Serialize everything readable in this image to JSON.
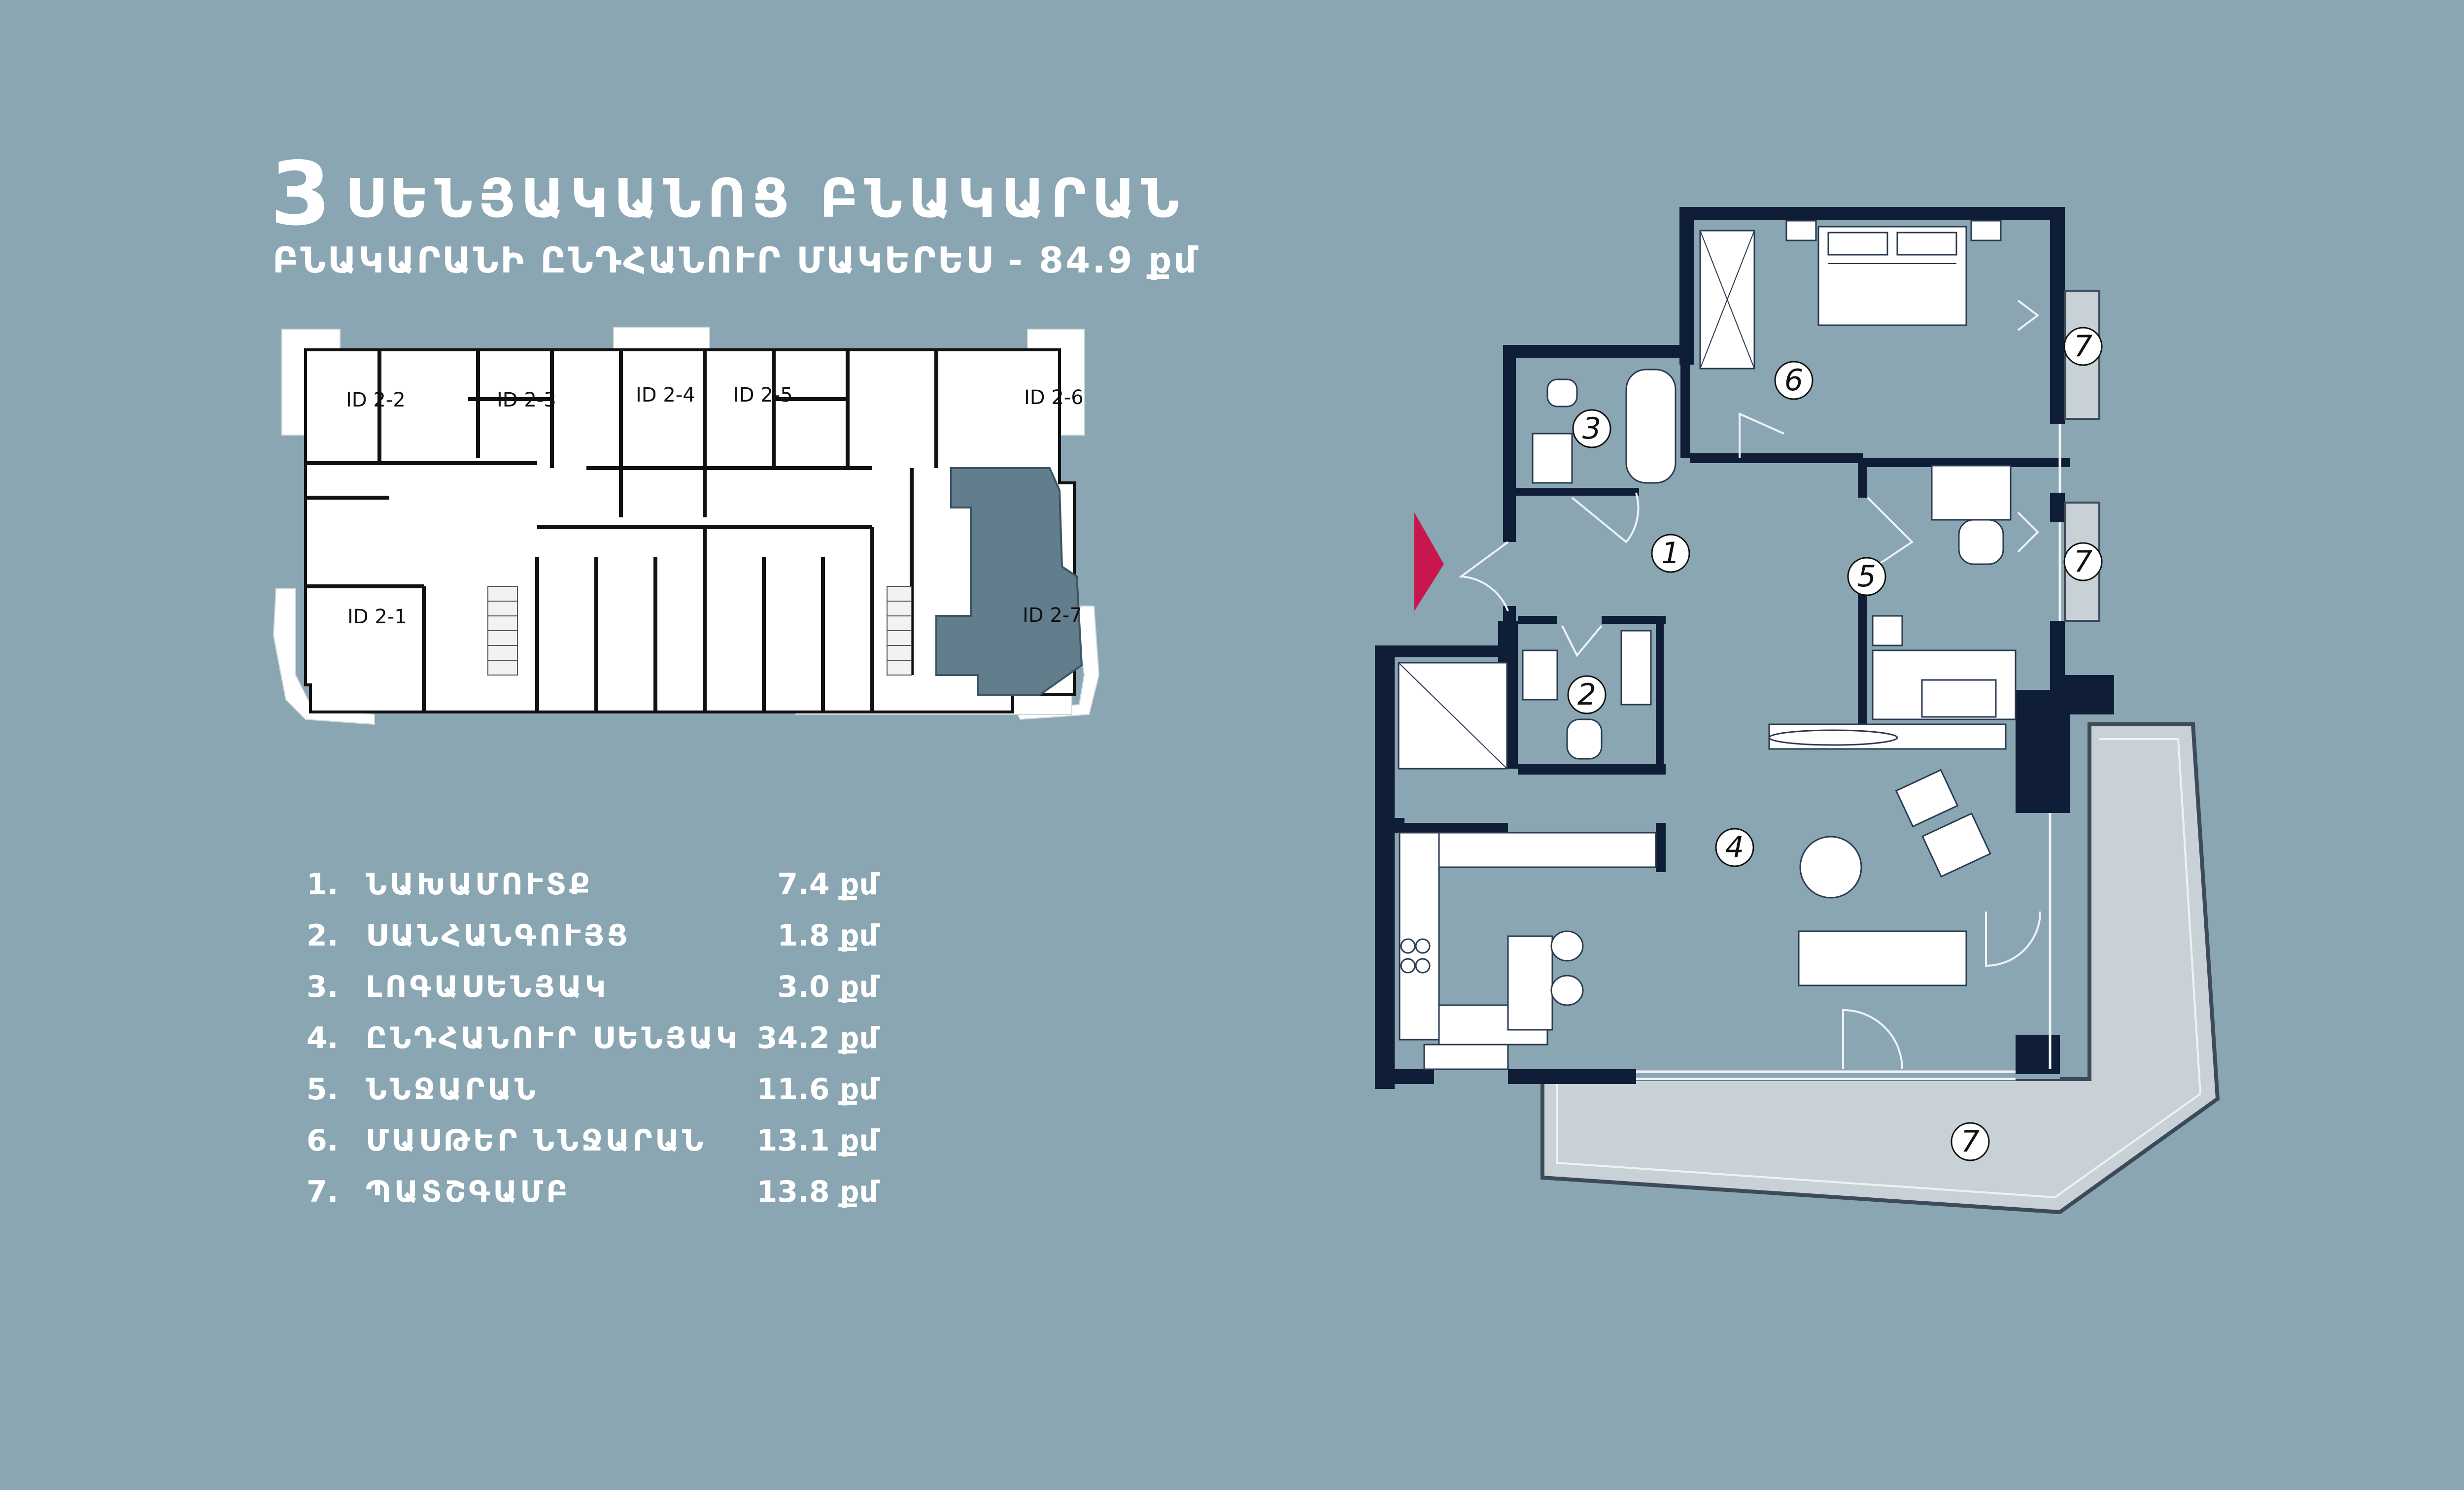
{
  "header": {
    "rooms_count": "3",
    "title": "ՍԵՆՅԱԿԱՆՈՑ  ԲՆԱԿԱՐԱՆ",
    "subtitle": "ԲՆԱԿԱՐԱՆԻ ԸՆԴՀԱՆՈՒՐ ՄԱԿԵՐԵՍ - 84.9 քմ"
  },
  "key_plan": {
    "units": [
      "ID 2-1",
      "ID 2-2",
      "ID 2-3",
      "ID 2-4",
      "ID 2-5",
      "ID 2-6",
      "ID 2-7"
    ],
    "highlighted_unit": "ID 2-7",
    "highlight_color": "#627d8b"
  },
  "legend": [
    {
      "num": "1.",
      "name": "ՆԱԽԱՄՈՒՏՔ",
      "area": "7.4 քմ"
    },
    {
      "num": "2.",
      "name": "ՍԱՆՀԱՆԳՈՒՅՑ",
      "area": "1.8 քմ"
    },
    {
      "num": "3.",
      "name": "ԼՈԳԱՍԵՆՅԱԿ",
      "area": "3.0 քմ"
    },
    {
      "num": "4.",
      "name": "ԸՆԴՀԱՆՈՒՐ ՍԵՆՅԱԿ",
      "area": "34.2 քմ"
    },
    {
      "num": "5.",
      "name": "ՆՆՋԱՐԱՆ",
      "area": "11.6 քմ"
    },
    {
      "num": "6.",
      "name": "ՄԱՍԹԵՐ ՆՆՋԱՐԱՆ",
      "area": "13.1 քմ"
    },
    {
      "num": "7.",
      "name": "ՊԱՏՇԳԱՄԲ",
      "area": "13.8 քմ"
    }
  ],
  "plan": {
    "room_markers": [
      "1",
      "2",
      "3",
      "4",
      "5",
      "6",
      "7",
      "7",
      "7"
    ],
    "wall_color": "#0f1d36",
    "floor_color": "#8aa6b3",
    "balcony_color": "#c8d1d6",
    "entrance_color": "#c8174e"
  }
}
